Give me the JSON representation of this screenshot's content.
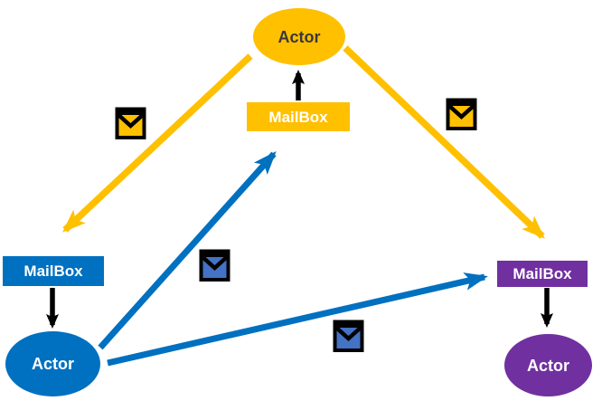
{
  "nodes": {
    "top_actor": {
      "label": "Actor"
    },
    "top_mailbox": {
      "label": "MailBox"
    },
    "left_mailbox": {
      "label": "MailBox"
    },
    "left_actor": {
      "label": "Actor"
    },
    "right_mailbox": {
      "label": "MailBox"
    },
    "right_actor": {
      "label": "Actor"
    }
  },
  "colors": {
    "gold": "#FFC000",
    "blue": "#0070C0",
    "purple": "#7030A0",
    "message_blue": "#4472C4",
    "outline_black": "#000000",
    "mailbox_text": "#FFFFFF",
    "top_actor_text": "#3B3838",
    "background": "#FFFFFF"
  },
  "icons": {
    "gold_message_left": "envelope-icon",
    "gold_message_right": "envelope-icon",
    "blue_message_center": "envelope-icon",
    "blue_message_right": "envelope-icon"
  }
}
